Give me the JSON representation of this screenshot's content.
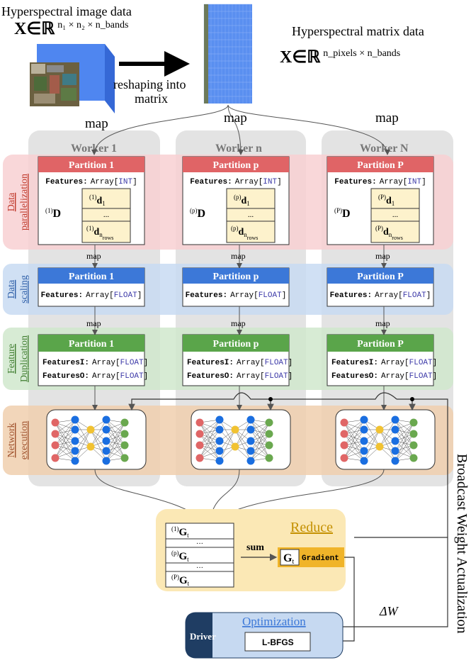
{
  "input": {
    "title": "Hyperspectral image data",
    "formula_prefix": "X∈ℝ",
    "formula_dims": "n₁ × n₂ × n_bands"
  },
  "reshape_label_1": "reshaping into",
  "reshape_label_2": "matrix",
  "matrix": {
    "title": "Hyperspectral matrix data",
    "formula_prefix": "X∈ℝ",
    "formula_dims": "n_pixels × n_bands"
  },
  "map_label": "map",
  "workers": [
    {
      "label": "Worker 1",
      "partition": "Partition 1",
      "sup": "(1)"
    },
    {
      "label": "Worker n",
      "partition": "Partition p",
      "sup": "(p)"
    },
    {
      "label": "Worker N",
      "partition": "Partition P",
      "sup": "(P)"
    }
  ],
  "stages": {
    "data_parallelization": [
      "Data",
      "parallelization"
    ],
    "data_scaling": [
      "Data",
      "scaling"
    ],
    "feature_duplication": [
      "Feature",
      "Duplication"
    ],
    "network_execution": [
      "Network",
      "execution"
    ]
  },
  "features_int": {
    "label": "Features:",
    "type": "Array[",
    "inner": "INT",
    "close": "]"
  },
  "features_float": {
    "label": "Features:",
    "type": "Array[",
    "inner": "FLOAT",
    "close": "]"
  },
  "features_i": {
    "label": "FeaturesI:",
    "type": "Array[",
    "inner": "FLOAT",
    "close": "]"
  },
  "features_o": {
    "label": "FeaturesO:",
    "type": "Array[",
    "inner": "FLOAT",
    "close": "]"
  },
  "matrix_D": "D",
  "row_d": "d",
  "row_first_sub": "1",
  "row_last_sub": "n",
  "row_last_subsub": "rows",
  "ellipsis": "...",
  "reduce": {
    "title": "Reduce",
    "sum_label": "sum",
    "G": "G",
    "t": "t",
    "gradient_label": "Gradient",
    "dots": "···"
  },
  "driver": {
    "label": "Driver",
    "optimization": "Optimization",
    "method": "L-BFGS"
  },
  "broadcast_label": "Broadcast Weight Actualization",
  "delta_w": "ΔW",
  "colors": {
    "red_band": "#f8d0d2",
    "red_header": "#e06466",
    "blue_band": "#c8daf2",
    "blue_header": "#3c78d8",
    "green_band": "#d0e8cc",
    "green_header": "#5aa54a",
    "orange_band": "#f0cfae",
    "worker_column": "#e3e3e3",
    "reduce_bg": "#fbe8b5",
    "gradient_box": "#f0b429",
    "driver_dark": "#1f3d63",
    "driver_panel": "#c6d9f1",
    "type_color": "#3d3aa8",
    "neuron_red": "#e06666",
    "neuron_blue": "#1a6ee0",
    "neuron_yellow": "#f1c232",
    "neuron_green": "#6aa84f",
    "cell_bg": "#fdf2cc"
  }
}
